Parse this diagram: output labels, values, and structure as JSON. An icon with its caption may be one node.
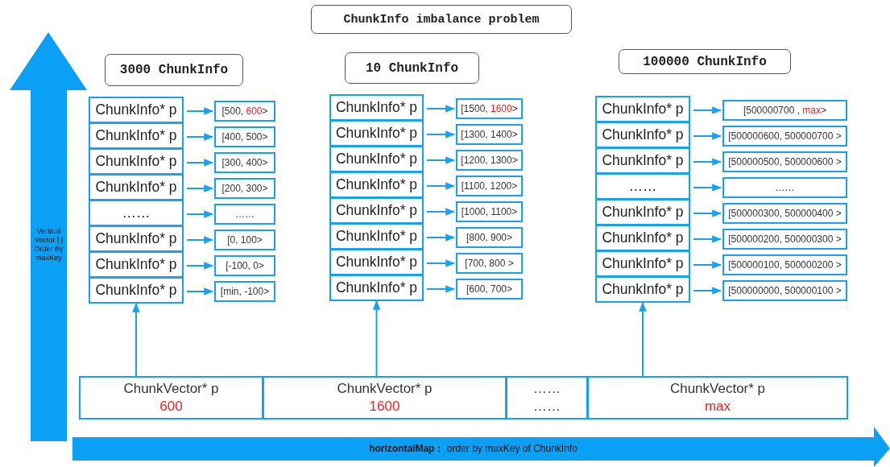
{
  "diagram": {
    "title": "ChunkInfo imbalance problem",
    "nodes": [
      {
        "text": [
          "3000 ChunkInfo"
        ]
      },
      {
        "text": [
          "ChunkInfo* p"
        ]
      },
      {
        "text": [
          "ChunkInfo* p"
        ]
      },
      {
        "text": [
          "ChunkInfo* p"
        ]
      },
      {
        "text": [
          "ChunkInfo* p"
        ]
      },
      {
        "text": [
          "……"
        ]
      },
      {
        "text": [
          "ChunkInfo* p"
        ]
      },
      {
        "text": [
          "ChunkInfo* p"
        ]
      },
      {
        "text": [
          "ChunkInfo* p"
        ]
      },
      {
        "text": [
          "[500, 600>"
        ]
      },
      {
        "text": [
          "[400, 500>"
        ]
      },
      {
        "text": [
          "[300, 400>"
        ]
      },
      {
        "text": [
          "[200, 300>"
        ]
      },
      {
        "text": [
          "……"
        ]
      },
      {
        "text": [
          "[0, 100>"
        ]
      },
      {
        "text": [
          "[-100, 0>"
        ]
      },
      {
        "text": [
          "[min, -100>"
        ]
      },
      {
        "text": [
          "10 ChunkInfo"
        ]
      },
      {
        "text": [
          "ChunkInfo* p"
        ]
      },
      {
        "text": [
          "ChunkInfo* p"
        ]
      },
      {
        "text": [
          "ChunkInfo* p"
        ]
      },
      {
        "text": [
          "ChunkInfo* p"
        ]
      },
      {
        "text": [
          "ChunkInfo* p"
        ]
      },
      {
        "text": [
          "ChunkInfo* p"
        ]
      },
      {
        "text": [
          "ChunkInfo* p"
        ]
      },
      {
        "text": [
          "ChunkInfo* p"
        ]
      },
      {
        "text": [
          "[1500, 1600>"
        ]
      },
      {
        "text": [
          "[1300, 1400>"
        ]
      },
      {
        "text": [
          "[1200, 1300>"
        ]
      },
      {
        "text": [
          "[1100, 1200>"
        ]
      },
      {
        "text": [
          "[1000, 1100>"
        ]
      },
      {
        "text": [
          "[800, 900>"
        ]
      },
      {
        "text": [
          "[700, 800 >"
        ]
      },
      {
        "text": [
          "[600, 700>"
        ]
      },
      {
        "text": [
          "100000 ChunkInfo"
        ]
      },
      {
        "text": [
          "ChunkInfo* p"
        ]
      },
      {
        "text": [
          "ChunkInfo* p"
        ]
      },
      {
        "text": [
          "ChunkInfo* p"
        ]
      },
      {
        "text": [
          "……"
        ]
      },
      {
        "text": [
          "ChunkInfo* p"
        ]
      },
      {
        "text": [
          "ChunkInfo* p"
        ]
      },
      {
        "text": [
          "ChunkInfo* p"
        ]
      },
      {
        "text": [
          "ChunkInfo* p"
        ]
      },
      {
        "text": [
          "[500000700 , max>"
        ]
      },
      {
        "text": [
          "[500000600, 500000700 >"
        ]
      },
      {
        "text": [
          "[500000500, 500000600 >"
        ]
      },
      {
        "text": [
          "……"
        ]
      },
      {
        "text": [
          "[500000300, 500000400 >"
        ]
      },
      {
        "text": [
          "[500000200, 500000300 >"
        ]
      },
      {
        "text": [
          "[500000100, 500000200 >"
        ]
      },
      {
        "text": [
          "[500000000, 500000100 >"
        ]
      },
      {
        "text": [
          "ChunkVector* p",
          "600"
        ]
      },
      {
        "text": [
          "ChunkVector* p",
          "1600"
        ]
      },
      {
        "text": [
          "……",
          "……"
        ]
      },
      {
        "text": [
          "ChunkVector* p",
          "max"
        ]
      }
    ],
    "edges": [
      {
        "from": 1,
        "to": 9,
        "arrow": "to"
      },
      {
        "from": 2,
        "to": 10,
        "arrow": "to"
      },
      {
        "from": 3,
        "to": 11,
        "arrow": "to"
      },
      {
        "from": 4,
        "to": 12,
        "arrow": "to"
      },
      {
        "from": 5,
        "to": 13,
        "arrow": "to"
      },
      {
        "from": 6,
        "to": 14,
        "arrow": "to"
      },
      {
        "from": 7,
        "to": 15,
        "arrow": "to"
      },
      {
        "from": 8,
        "to": 16,
        "arrow": "to"
      },
      {
        "from": 18,
        "to": 26,
        "arrow": "to"
      },
      {
        "from": 19,
        "to": 27,
        "arrow": "to"
      },
      {
        "from": 20,
        "to": 28,
        "arrow": "to"
      },
      {
        "from": 21,
        "to": 29,
        "arrow": "to"
      },
      {
        "from": 22,
        "to": 30,
        "arrow": "to"
      },
      {
        "from": 23,
        "to": 31,
        "arrow": "to"
      },
      {
        "from": 24,
        "to": 32,
        "arrow": "to"
      },
      {
        "from": 25,
        "to": 33,
        "arrow": "to"
      },
      {
        "from": 35,
        "to": 43,
        "arrow": "to"
      },
      {
        "from": 36,
        "to": 44,
        "arrow": "to"
      },
      {
        "from": 37,
        "to": 45,
        "arrow": "to"
      },
      {
        "from": 38,
        "to": 46,
        "arrow": "to"
      },
      {
        "from": 39,
        "to": 47,
        "arrow": "to"
      },
      {
        "from": 40,
        "to": 48,
        "arrow": "to"
      },
      {
        "from": 41,
        "to": 49,
        "arrow": "to"
      },
      {
        "from": 42,
        "to": 50,
        "arrow": "to"
      },
      {
        "from": 51,
        "to": 8,
        "arrow": "to"
      },
      {
        "from": 52,
        "to": 25,
        "arrow": "to"
      },
      {
        "from": 54,
        "to": 42,
        "arrow": "to"
      }
    ],
    "labels": [
      "Vertical Vector | | Order By maxKey",
      "**horizontalMap：** order by maxKey of ChunkInfo"
    ]
  }
}
